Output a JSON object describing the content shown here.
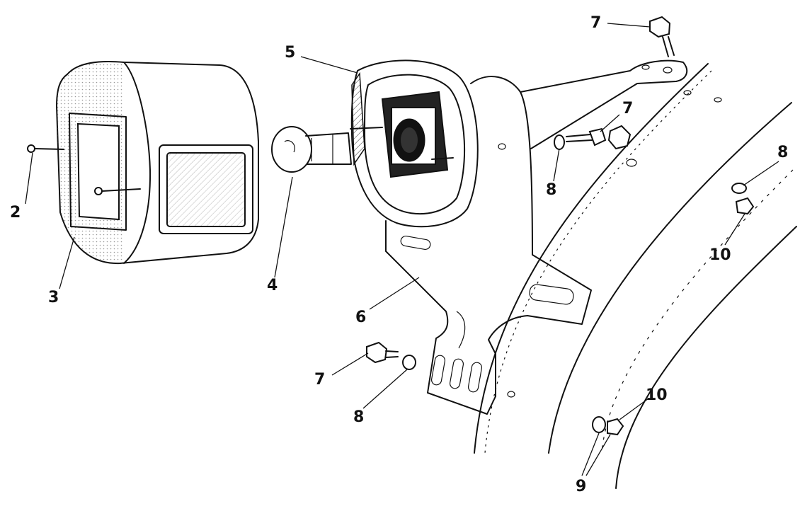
{
  "diagram": {
    "callouts": [
      {
        "id": "c2",
        "text": "2"
      },
      {
        "id": "c3",
        "text": "3"
      },
      {
        "id": "c4",
        "text": "4"
      },
      {
        "id": "c5",
        "text": "5"
      },
      {
        "id": "c6",
        "text": "6"
      },
      {
        "id": "c7a",
        "text": "7"
      },
      {
        "id": "c7b",
        "text": "7"
      },
      {
        "id": "c7c",
        "text": "7"
      },
      {
        "id": "c8a",
        "text": "8"
      },
      {
        "id": "c8b",
        "text": "8"
      },
      {
        "id": "c8c",
        "text": "8"
      },
      {
        "id": "c9",
        "text": "9"
      },
      {
        "id": "c10a",
        "text": "10"
      },
      {
        "id": "c10b",
        "text": "10"
      }
    ],
    "parts": [
      "lamp-lens-cover",
      "lens-screw",
      "bulb",
      "reflector-housing",
      "mounting-bracket",
      "bolt",
      "washer",
      "nut",
      "fender"
    ]
  }
}
